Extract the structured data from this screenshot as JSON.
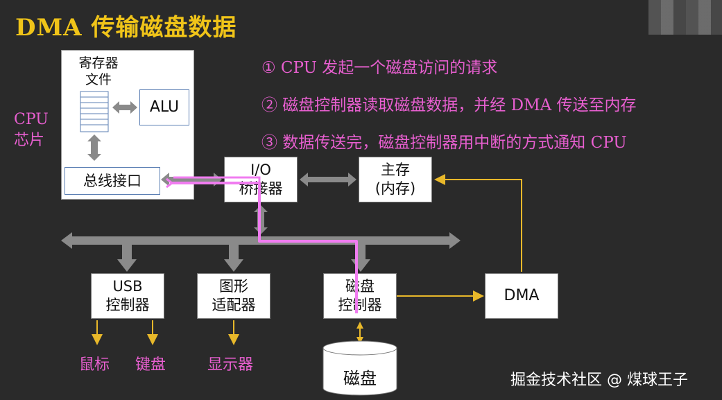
{
  "title": "DMA 传输磁盘数据",
  "steps": [
    "① CPU 发起一个磁盘访问的请求",
    "② 磁盘控制器读取磁盘数据，并经 DMA 传送至内存",
    "③ 数据传送完，磁盘控制器用中断的方式通知 CPU"
  ],
  "cpu_chip": {
    "line1": "CPU",
    "line2": "芯片"
  },
  "cpu": {
    "register_file_line1": "寄存器",
    "register_file_line2": "文件",
    "alu": "ALU",
    "bus_interface": "总线接口"
  },
  "io_bridge": {
    "line1": "I/O",
    "line2": "桥接器"
  },
  "main_memory": {
    "line1": "主存",
    "line2": "(内存)"
  },
  "usb_controller": {
    "line1": "USB",
    "line2": "控制器"
  },
  "graphics_adapter": {
    "line1": "图形",
    "line2": "适配器"
  },
  "disk_controller": {
    "line1": "磁盘",
    "line2": "控制器"
  },
  "dma": "DMA",
  "disk": "磁盘",
  "devices": {
    "mouse": "鼠标",
    "keyboard": "键盘",
    "display": "显示器"
  },
  "watermark": "掘金技术社区 @ 煤球王子",
  "colors": {
    "title": "#f0c419",
    "text_accent": "#e85fd0",
    "path": "#f07cf0",
    "arrow_gold": "#e8b82a",
    "bus_gray": "#8a8a8a"
  }
}
